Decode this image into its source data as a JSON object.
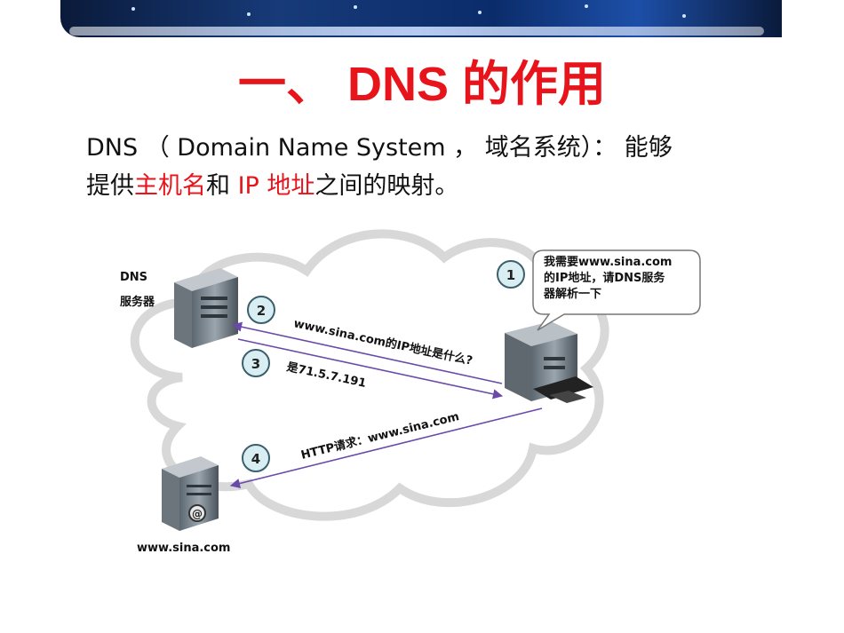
{
  "slide": {
    "title": "一、 DNS 的作用",
    "para_line1": "DNS （ Domain Name System ， 域名系统）： 能够",
    "para_line2_a": "提供",
    "para_line2_red1": "主机名",
    "para_line2_b": "和 ",
    "para_line2_red2": "IP 地址",
    "para_line2_c": "之间的映射。"
  },
  "diagram": {
    "dns_server_label1": "DNS",
    "dns_server_label2": "服务器",
    "web_server_label": "www.sina.com",
    "bubble_line1": "我需要www.sina.com",
    "bubble_line2": "的IP地址，请DNS服务",
    "bubble_line3": "器解析一下",
    "step1": "1",
    "step2": "2",
    "step3": "3",
    "step4": "4",
    "query_text": "www.sina.com的IP地址是什么?",
    "answer_text": "是71.5.7.191",
    "http_text": "HTTP请求：www.sina.com"
  },
  "colors": {
    "title_red": "#e8141c",
    "arrow_purple": "#6a4aa8",
    "step_circle_fill": "#d9eef3",
    "step_circle_stroke": "#3b5f6b"
  }
}
